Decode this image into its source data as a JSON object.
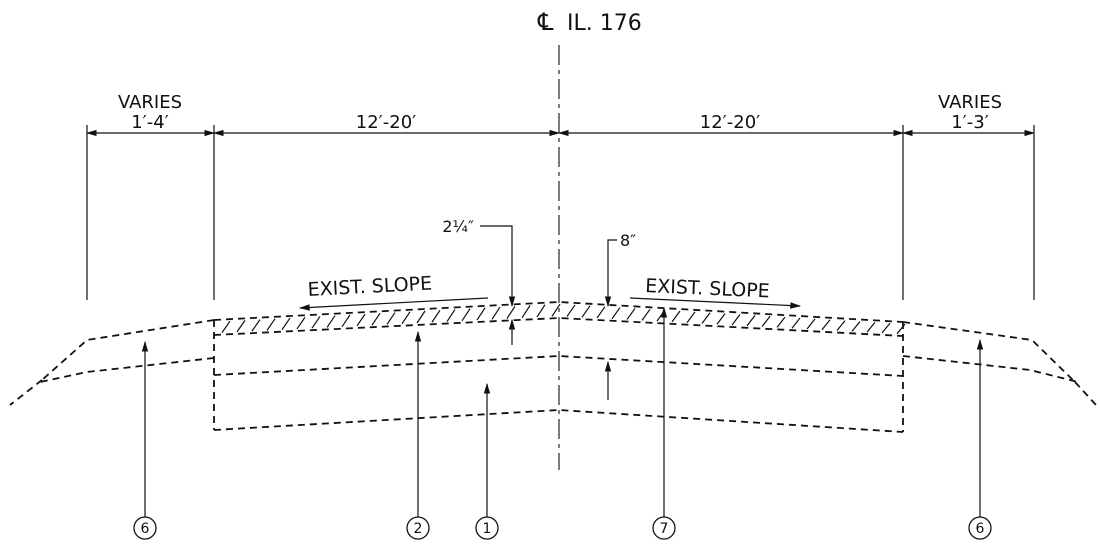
{
  "centerline": {
    "symbol": "℄",
    "label": "IL. 176"
  },
  "dimensions": {
    "left_shoulder": {
      "note": "VARIES",
      "value": "1′-4′"
    },
    "left_lane": "12′-20′",
    "right_lane": "12′-20′",
    "right_shoulder": {
      "note": "VARIES",
      "value": "1′-3′"
    }
  },
  "thickness_callouts": {
    "left": "2¼″",
    "right": "8″"
  },
  "slope_labels": {
    "left": "EXIST. SLOPE",
    "right": "EXIST. SLOPE"
  },
  "item_markers": [
    "6",
    "2",
    "1",
    "7",
    "6"
  ]
}
